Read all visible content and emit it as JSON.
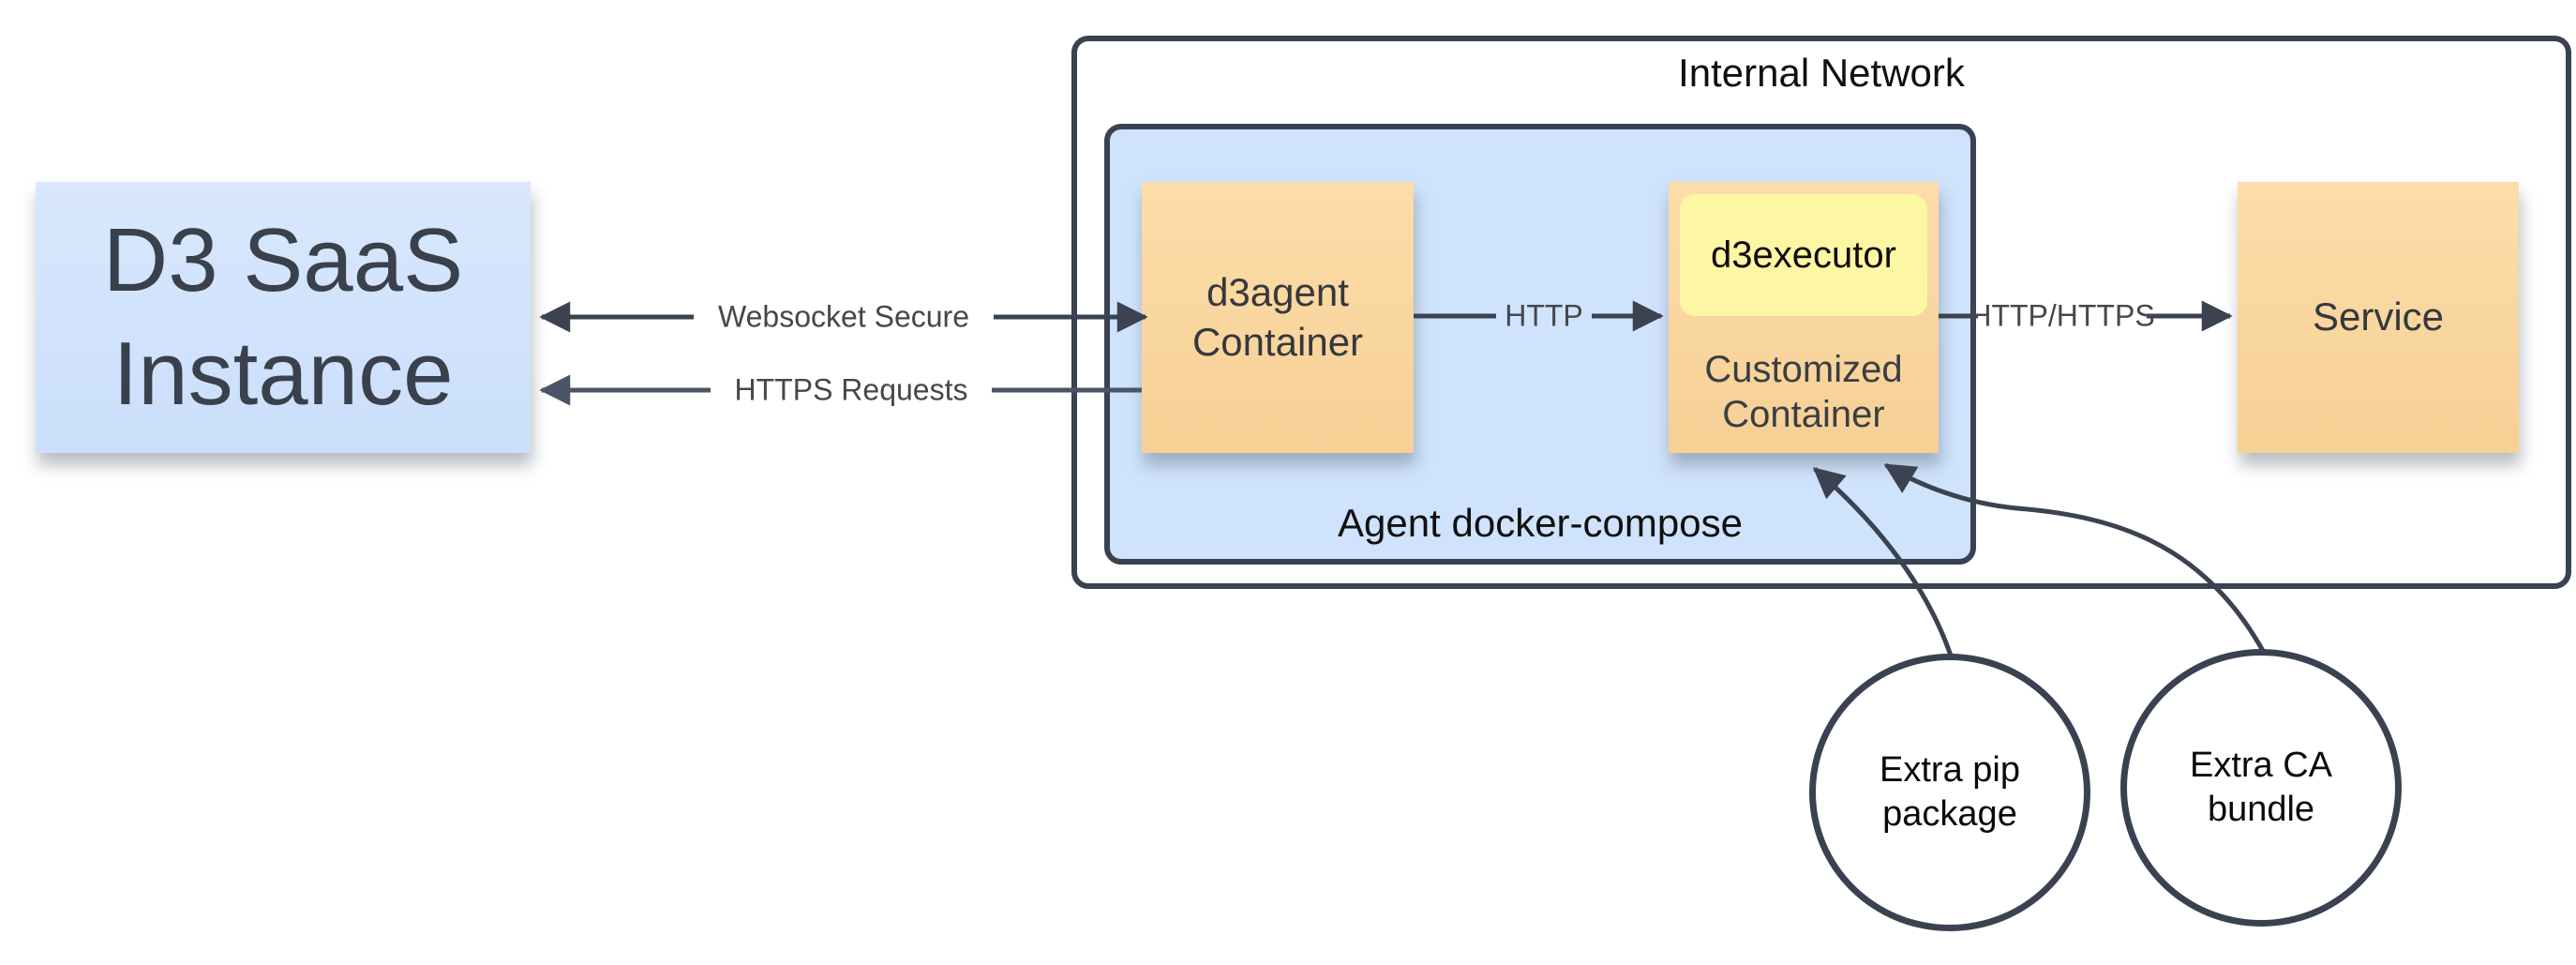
{
  "nodes": {
    "d3_saas": "D3 SaaS Instance",
    "internal_network": "Internal Network",
    "agent_compose": "Agent docker-compose",
    "d3agent": "d3agent Container",
    "d3executor": "d3executor",
    "customized": "Customized Container",
    "service": "Service",
    "extra_pip": "Extra pip package",
    "extra_ca": "Extra CA bundle"
  },
  "edges": {
    "websocket": "Websocket Secure",
    "https": "HTTPS Requests",
    "http": "HTTP",
    "http_https": "HTTP/HTTPS"
  },
  "colors": {
    "line_dark": "#3b4250",
    "line_mid": "#4a5464",
    "frame_border": "#3a4150",
    "blue_fill": "#cfe3fc",
    "orange_fill": "#f9d69c",
    "yellow_fill": "#fdf6a2",
    "note_blue_fill": "#cfe2fb"
  }
}
